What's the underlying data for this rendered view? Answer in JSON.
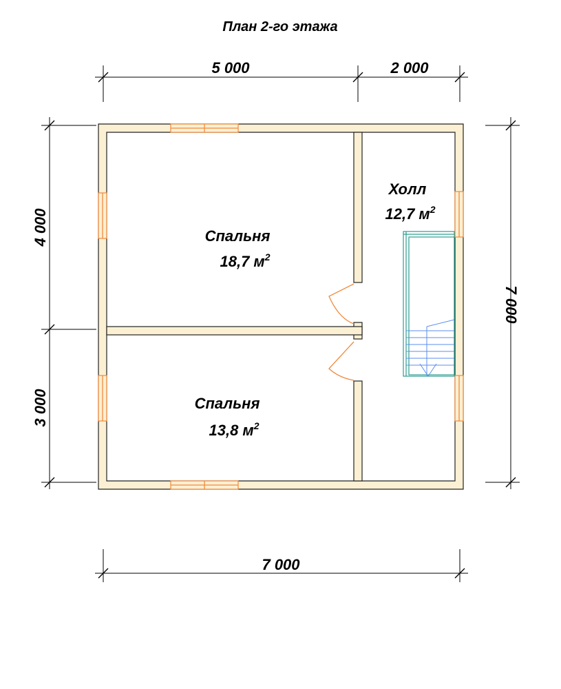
{
  "title": "План 2-го этажа",
  "dimensions": {
    "top_left": "5 000",
    "top_right": "2 000",
    "left_top": "4 000",
    "left_bottom": "3 000",
    "right": "7 000",
    "bottom": "7 000"
  },
  "rooms": [
    {
      "name": "Спальня",
      "area": "18,7 м",
      "sup": "2"
    },
    {
      "name": "Холл",
      "area": "12,7 м",
      "sup": "2"
    },
    {
      "name": "Спальня",
      "area": "13,8 м",
      "sup": "2"
    }
  ],
  "colors": {
    "wall": "#fbf0d3",
    "window": "#f08a3c",
    "stair_top": "#2a9d8f",
    "stair_bottom": "#5b8def"
  }
}
